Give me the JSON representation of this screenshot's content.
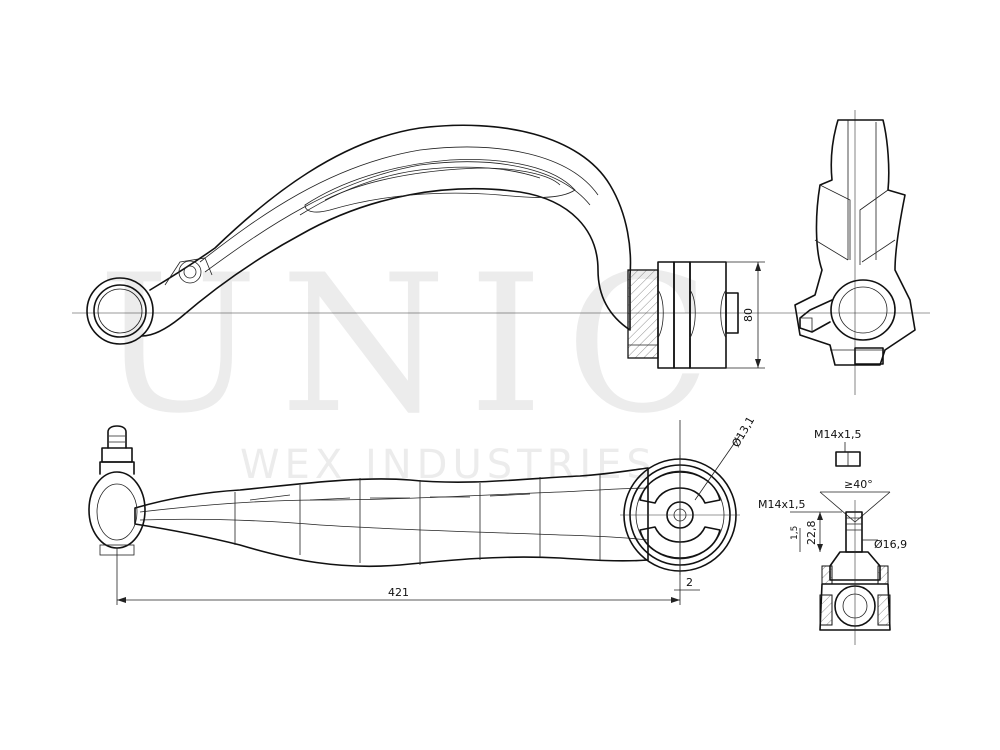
{
  "watermark": {
    "brand": "UNIC",
    "company": "WEX INDUSTRIES"
  },
  "dimensions": {
    "height": "80",
    "length": "421",
    "offset": "2",
    "bushing_dia": "Ø13,1",
    "nut_thread": "M14x1,5",
    "stud_thread": "M14x1,5",
    "taper_angle": "≥40°",
    "stud_length": "22,8",
    "stud_dia": "Ø16,9",
    "step": "1,5"
  }
}
